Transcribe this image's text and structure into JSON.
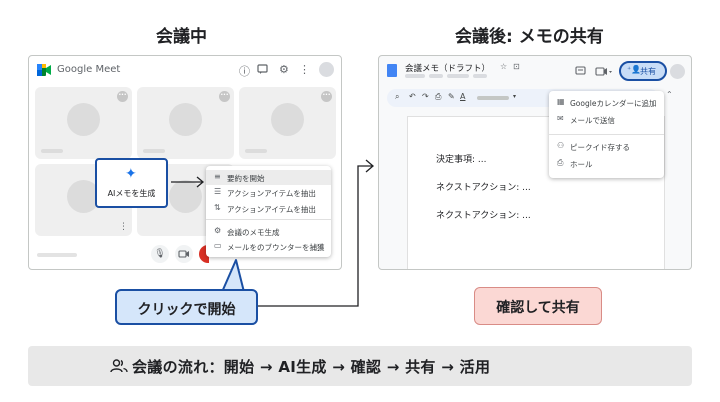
{
  "sections": {
    "left_title": "会議中",
    "right_title": "会議後: メモの共有"
  },
  "meet": {
    "app_name": "Google Meet",
    "header_icons": [
      "info-icon",
      "chat-icon",
      "settings-icon"
    ],
    "ai_button_label": "AIメモを生成",
    "menu_items": [
      {
        "icon": "notes-icon",
        "label": "要約を開始"
      },
      {
        "icon": "list-icon",
        "label": "アクションアイテムを抽出"
      },
      {
        "icon": "extract-icon",
        "label": "アクションアイテムを抽出"
      },
      {
        "icon": "settings-icon",
        "label": "会議のメモ生成"
      },
      {
        "icon": "comment-icon",
        "label": "メールをのブウンターを捕獲"
      }
    ],
    "controls": [
      "mic-icon",
      "camera-icon"
    ]
  },
  "docs": {
    "doc_title": "会議メモ（ドラフト）",
    "share_label": "共有",
    "doc_lines": [
      "決定事項: ...",
      "ネクストアクション: ...",
      "ネクストアクション: ..."
    ],
    "share_menu_items": [
      {
        "icon": "calendar-icon",
        "label": "Googleカレンダーに追加"
      },
      {
        "icon": "mail-icon",
        "label": "メールで送信"
      },
      {
        "icon": "person-add-icon",
        "label": "ピークイド存する"
      },
      {
        "icon": "print-icon",
        "label": "ホール"
      }
    ],
    "toolbar_icons": [
      "search-icon",
      "undo-icon",
      "redo-icon",
      "print-icon",
      "paint-icon",
      "text-color-icon"
    ]
  },
  "callouts": {
    "click_start": "クリックで開始",
    "confirm_share": "確認して共有"
  },
  "flow": {
    "icon": "people-icon",
    "text": "会議の流れ：開始 → AI生成 → 確認 → 共有 → 活用"
  },
  "colors": {
    "accent_blue": "#1a4fa3",
    "callout_blue": "#d5e6fa",
    "callout_red": "#fbd8d4",
    "flow_bg": "#e8e8e8"
  }
}
